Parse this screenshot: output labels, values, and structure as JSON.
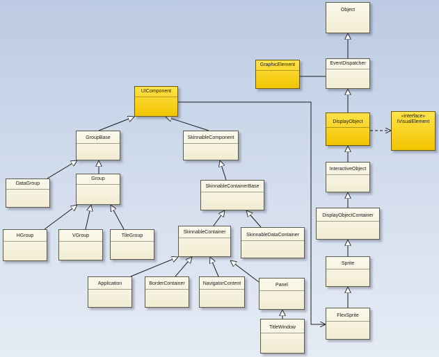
{
  "diagram": {
    "nodes": {
      "object": "Object",
      "eventdispatcher": "EventDispatcher",
      "graphicelement": "GraphicElement",
      "uicomponent": "UIComponent",
      "displayobject": "DisplayObject",
      "ivisualelement_stereotype": "«interface»",
      "ivisualelement": "IVisualElement",
      "groupbase": "GroupBase",
      "skinnablecomponent": "SkinnableComponent",
      "interactiveobject": "InteractiveObject",
      "datagroup": "DataGroup",
      "group": "Group",
      "skinnablecontainerbase": "SkinnableContainerBase",
      "displayobjectcontainer": "DisplayObjectContainer",
      "hgroup": "HGroup",
      "vgroup": "VGroup",
      "tilegroup": "TileGroup",
      "skinnablecontainer": "SkinnableContainer",
      "skinnabledatacontainer": "SkinnableDataContainer",
      "sprite": "Sprite",
      "application": "Application",
      "bordercontainer": "BorderContainer",
      "navigatorcontent": "NavigatorContent",
      "panel": "Panel",
      "titlewindow": "TitleWindow",
      "flexsprite": "FlexSprite"
    },
    "relations": [
      {
        "from": "eventdispatcher",
        "to": "object",
        "type": "generalization"
      },
      {
        "from": "graphicelement",
        "to": "eventdispatcher",
        "type": "association"
      },
      {
        "from": "displayobject",
        "to": "eventdispatcher",
        "type": "generalization"
      },
      {
        "from": "displayobject",
        "to": "ivisualelement",
        "type": "realization"
      },
      {
        "from": "interactiveobject",
        "to": "displayobject",
        "type": "generalization"
      },
      {
        "from": "displayobjectcontainer",
        "to": "interactiveobject",
        "type": "generalization"
      },
      {
        "from": "sprite",
        "to": "displayobjectcontainer",
        "type": "generalization"
      },
      {
        "from": "flexsprite",
        "to": "sprite",
        "type": "generalization"
      },
      {
        "from": "uicomponent",
        "to": "flexsprite",
        "type": "generalization"
      },
      {
        "from": "groupbase",
        "to": "uicomponent",
        "type": "generalization"
      },
      {
        "from": "skinnablecomponent",
        "to": "uicomponent",
        "type": "generalization"
      },
      {
        "from": "datagroup",
        "to": "groupbase",
        "type": "generalization"
      },
      {
        "from": "group",
        "to": "groupbase",
        "type": "generalization"
      },
      {
        "from": "hgroup",
        "to": "group",
        "type": "generalization"
      },
      {
        "from": "vgroup",
        "to": "group",
        "type": "generalization"
      },
      {
        "from": "tilegroup",
        "to": "group",
        "type": "generalization"
      },
      {
        "from": "skinnablecontainerbase",
        "to": "skinnablecomponent",
        "type": "generalization"
      },
      {
        "from": "skinnablecontainer",
        "to": "skinnablecontainerbase",
        "type": "generalization"
      },
      {
        "from": "skinnabledatacontainer",
        "to": "skinnablecontainerbase",
        "type": "generalization"
      },
      {
        "from": "application",
        "to": "skinnablecontainer",
        "type": "generalization"
      },
      {
        "from": "bordercontainer",
        "to": "skinnablecontainer",
        "type": "generalization"
      },
      {
        "from": "navigatorcontent",
        "to": "skinnablecontainer",
        "type": "generalization"
      },
      {
        "from": "panel",
        "to": "skinnablecontainer",
        "type": "generalization"
      },
      {
        "from": "titlewindow",
        "to": "panel",
        "type": "generalization"
      }
    ],
    "colors": {
      "highlight_fill": "#f5c800",
      "class_fill": "#f5f1dc",
      "line": "#1a1a1a",
      "background": "#c8d4ea"
    }
  }
}
